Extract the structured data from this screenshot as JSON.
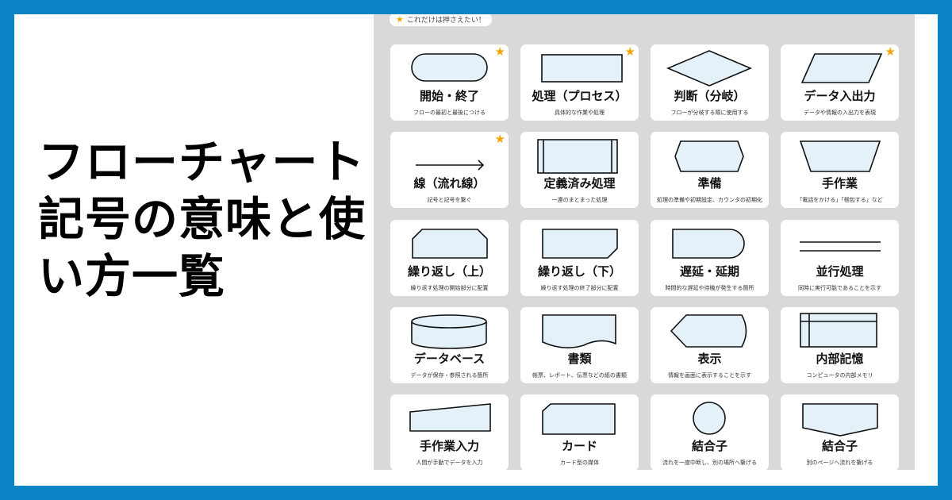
{
  "legend": "これだけは押さえたい！",
  "title": {
    "line1": "フローチャート記号の",
    "line2": "意味と使い方一覧"
  },
  "colors": {
    "frame": "#0a84c6",
    "panel": "#d9d9d9",
    "shape_fill": "#e4f1f9",
    "star": "#f5a500"
  },
  "cards": [
    {
      "shape": "terminal",
      "title": "開始・終了",
      "desc": "フローの最初と最後につける",
      "star": true
    },
    {
      "shape": "process",
      "title": "処理（プロセス）",
      "desc": "具体的な作業や処理",
      "star": true
    },
    {
      "shape": "decision",
      "title": "判断（分岐）",
      "desc": "フローが分岐する際に使用する",
      "star": false
    },
    {
      "shape": "data",
      "title": "データ入出力",
      "desc": "データや情報の入出力を表現",
      "star": true
    },
    {
      "shape": "arrow",
      "title": "線（流れ線）",
      "desc": "記号と記号を繋ぐ",
      "star": true
    },
    {
      "shape": "predefined",
      "title": "定義済み処理",
      "desc": "一連のまとまった処理",
      "star": false
    },
    {
      "shape": "preparation",
      "title": "準備",
      "desc": "処理の準備や初期設定、カウンタの初期化",
      "star": false
    },
    {
      "shape": "manual",
      "title": "手作業",
      "desc": "「電話をかける」「梱包する」など",
      "star": false
    },
    {
      "shape": "loop-start",
      "title": "繰り返し（上）",
      "desc": "繰り返す処理の開始部分に配置",
      "star": false
    },
    {
      "shape": "loop-end",
      "title": "繰り返し（下）",
      "desc": "繰り返す処理の終了部分に配置",
      "star": false
    },
    {
      "shape": "delay",
      "title": "遅延・延期",
      "desc": "時間的な遅延や待機が発生する箇所",
      "star": false
    },
    {
      "shape": "parallel",
      "title": "並行処理",
      "desc": "同時に実行可能であることを示す",
      "star": false
    },
    {
      "shape": "database",
      "title": "データベース",
      "desc": "データが保存・参照される箇所",
      "star": false
    },
    {
      "shape": "document",
      "title": "書類",
      "desc": "帳票、レポート、伝票などの紙の書類",
      "star": false
    },
    {
      "shape": "display",
      "title": "表示",
      "desc": "情報を画面に表示することを示す",
      "star": false
    },
    {
      "shape": "internal-storage",
      "title": "内部記憶",
      "desc": "コンピュータの内部メモリ",
      "star": false
    },
    {
      "shape": "manual-input",
      "title": "手作業入力",
      "desc": "人間が手動でデータを入力",
      "star": false
    },
    {
      "shape": "card",
      "title": "カード",
      "desc": "カード型の媒体",
      "star": false
    },
    {
      "shape": "connector",
      "title": "結合子",
      "desc": "流れを一度中断し、別の場所へ繋げる",
      "star": false
    },
    {
      "shape": "offpage-connector",
      "title": "結合子",
      "desc": "別のページへ流れを繋げる",
      "star": false
    }
  ]
}
